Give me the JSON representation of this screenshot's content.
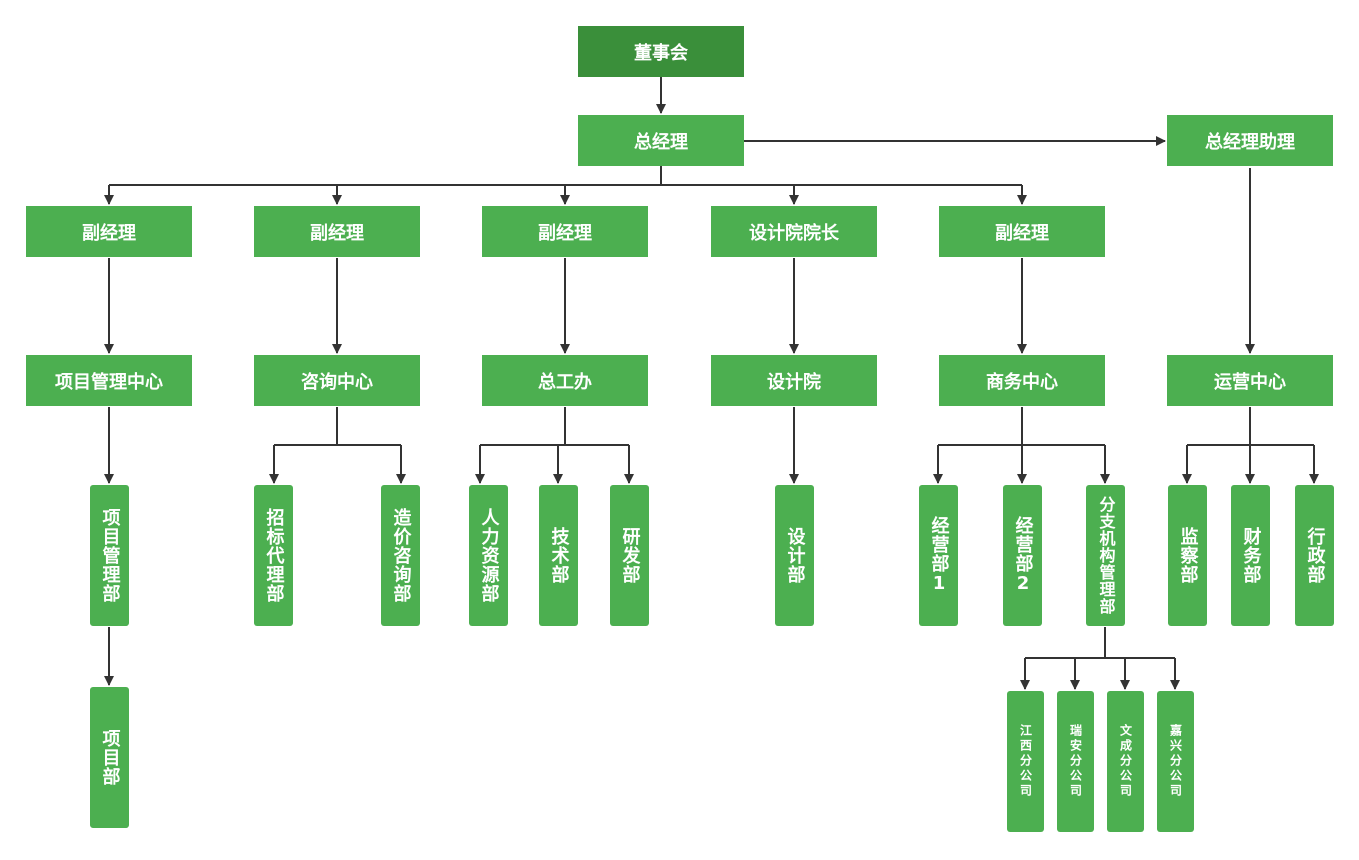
{
  "nodes": {
    "board": "董事会",
    "gm": "总经理",
    "gm_assistant": "总经理助理",
    "vp1": "副经理",
    "vp2": "副经理",
    "vp3": "副经理",
    "design_head": "设计院院长",
    "vp5": "副经理",
    "pm_center": "项目管理中心",
    "consult_center": "咨询中心",
    "chief_eng_office": "总工办",
    "design_institute": "设计院",
    "business_center": "商务中心",
    "ops_center": "运营中心",
    "pm_dept": "项目管理部",
    "project_dept": "项目部",
    "bid_agency": "招标代理部",
    "cost_consult": "造价咨询部",
    "hr_dept": "人力资源部",
    "tech_dept": "技术部",
    "rnd_dept": "研发部",
    "design_dept": "设计部",
    "ops_dept1": "经营部1",
    "ops_dept2": "经营部2",
    "branch_mgmt": "分支机构管理部",
    "supervision": "监察部",
    "finance": "财务部",
    "admin": "行政部",
    "jiangxi": "江西分公司",
    "ruian": "瑞安分公司",
    "wencheng": "文成分公司",
    "jiaxing": "嘉兴分公司"
  },
  "colors": {
    "node_fill": "#4caf50",
    "root_fill": "#3a8f3a",
    "text": "#ffffff",
    "connector": "#333333"
  }
}
